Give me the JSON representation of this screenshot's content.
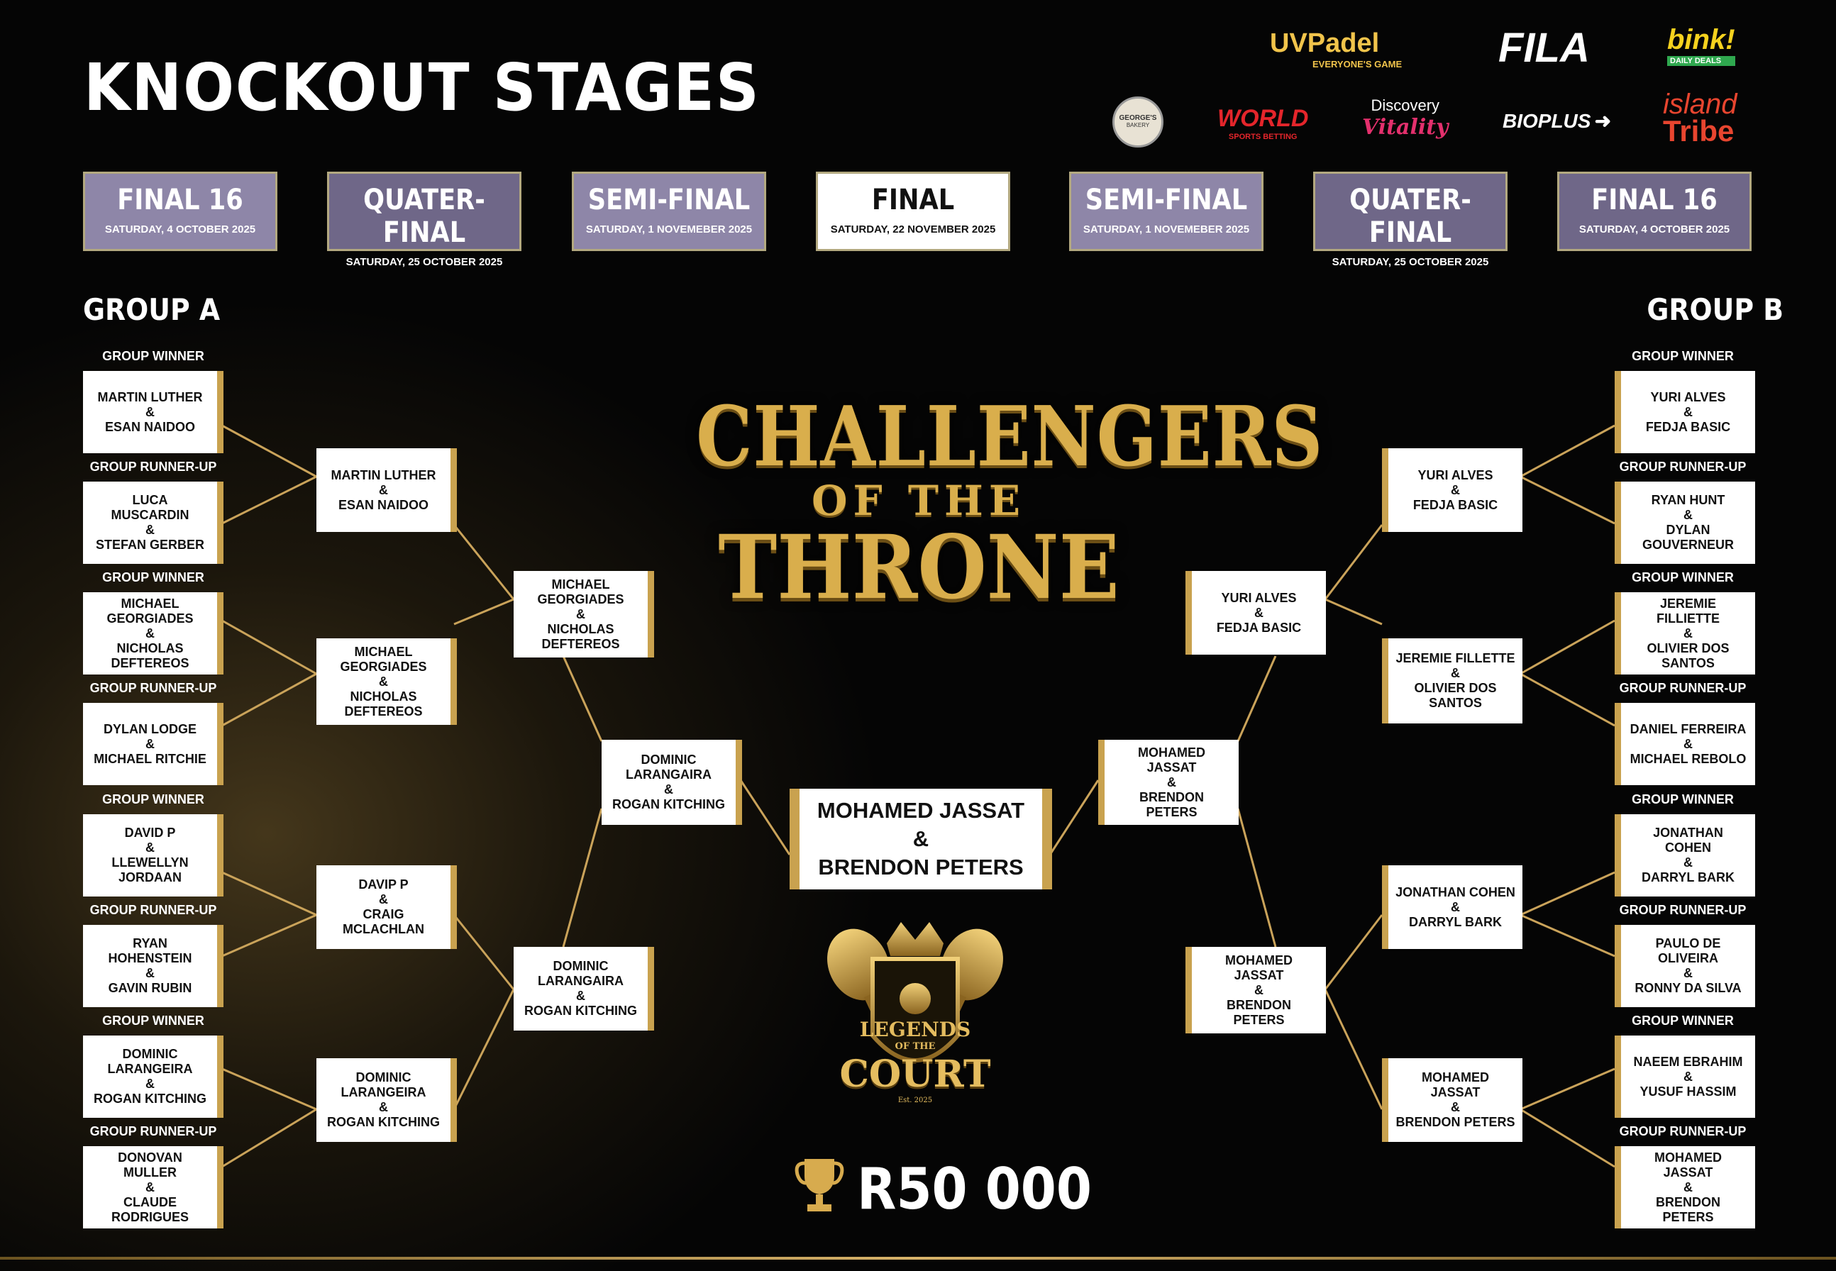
{
  "title": "KNOCKOUT STAGES",
  "sponsors": {
    "uvpadel": "UVPadel",
    "uvpadel_tag": "EVERYONE'S GAME",
    "fila": "FILA",
    "bink": "bink!",
    "bink_tag": "DAILY DEALS",
    "georges": "GEORGE'S",
    "georges_tag": "BAKERY",
    "world": "WORLD",
    "world_tag": "SPORTS BETTING",
    "discovery": "Discovery",
    "vitality": "Vitality",
    "bioplus": "BIOPLUS",
    "island": "island",
    "tribe": "Tribe"
  },
  "stages": [
    {
      "name": "FINAL 16",
      "date": "SATURDAY, 4 OCTOBER 2025"
    },
    {
      "name": "QUATER-FINAL",
      "date": "SATURDAY, 25 OCTOBER 2025"
    },
    {
      "name": "SEMI-FINAL",
      "date": "SATURDAY, 1 NOVEMEBER 2025"
    },
    {
      "name": "FINAL",
      "date": "SATURDAY, 22 NOVEMBER 2025"
    },
    {
      "name": "SEMI-FINAL",
      "date": "SATURDAY, 1 NOVEMEBER 2025"
    },
    {
      "name": "QUATER-FINAL",
      "date": "SATURDAY, 25 OCTOBER 2025"
    },
    {
      "name": "FINAL 16",
      "date": "SATURDAY, 4 OCTOBER 2025"
    }
  ],
  "labels": {
    "winner": "GROUP WINNER",
    "runner_up": "GROUP RUNNER-UP"
  },
  "group_a": {
    "title": "GROUP A",
    "r16": [
      "MARTIN LUTHER\n&\nESAN NAIDOO",
      "LUCA\nMUSCARDIN\n&\nSTEFAN GERBER",
      "MICHAEL\nGEORGIADES\n&\nNICHOLAS\nDEFTEREOS",
      "DYLAN LODGE\n&\nMICHAEL RITCHIE",
      "DAVID P\n&\nLLEWELLYN\nJORDAAN",
      "RYAN\nHOHENSTEIN\n&\nGAVIN RUBIN",
      "DOMINIC\nLARANGEIRA\n&\nROGAN KITCHING",
      "DONOVAN\nMULLER\n&\nCLAUDE\nRODRIGUES"
    ],
    "qf": [
      "MARTIN LUTHER\n&\nESAN NAIDOO",
      "MICHAEL\nGEORGIADES\n&\nNICHOLAS\nDEFTEREOS",
      "DAVIP P\n&\nCRAIG\nMCLACHLAN",
      "DOMINIC\nLARANGEIRA\n&\nROGAN KITCHING"
    ],
    "sf": [
      "MICHAEL\nGEORGIADES\n&\nNICHOLAS\nDEFTEREOS",
      "DOMINIC\nLARANGAIRA\n&\nROGAN KITCHING"
    ],
    "finalist": "DOMINIC\nLARANGAIRA\n&\nROGAN KITCHING"
  },
  "group_b": {
    "title": "GROUP B",
    "r16": [
      "YURI ALVES\n&\nFEDJA BASIC",
      "RYAN HUNT\n&\nDYLAN\nGOUVERNEUR",
      "JEREMIE\nFILLIETTE\n&\nOLIVIER DOS\nSANTOS",
      "DANIEL FERREIRA\n&\nMICHAEL REBOLO",
      "JONATHAN\nCOHEN\n&\nDARRYL BARK",
      "PAULO DE\nOLIVEIRA\n&\nRONNY DA SILVA",
      "NAEEM EBRAHIM\n&\nYUSUF HASSIM",
      "MOHAMED\nJASSAT\n&\nBRENDON\nPETERS"
    ],
    "qf": [
      "YURI ALVES\n&\nFEDJA BASIC",
      "JEREMIE FILLETTE\n&\nOLIVIER DOS\nSANTOS",
      "JONATHAN COHEN\n&\nDARRYL BARK",
      "MOHAMED\nJASSAT\n&\nBRENDON PETERS"
    ],
    "sf": [
      "YURI ALVES\n&\nFEDJA BASIC",
      "MOHAMED\nJASSAT\n&\nBRENDON\nPETERS"
    ],
    "finalist": "MOHAMED\nJASSAT\n&\nBRENDON\nPETERS"
  },
  "champion": "MOHAMED JASSAT\n&\nBRENDON PETERS",
  "event_logo": {
    "line1": "CHALLENGERS",
    "line2": "OF THE",
    "line3": "THRONE"
  },
  "badge": {
    "line1": "LEGENDS",
    "line2": "OF THE",
    "line3": "COURT",
    "est": "Est. 2025"
  },
  "prize": "R50 000",
  "colors": {
    "gold": "#c9a24f",
    "stage_purple": "#8e86a8",
    "background": "#050505"
  }
}
